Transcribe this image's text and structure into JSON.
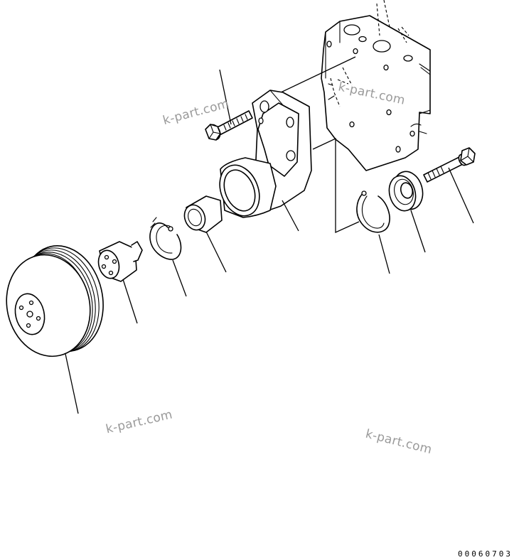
{
  "watermarks": [
    "k-part.com",
    "k-part.com",
    "k-part.com",
    "k-part.com"
  ],
  "drawing_number": "00060703"
}
